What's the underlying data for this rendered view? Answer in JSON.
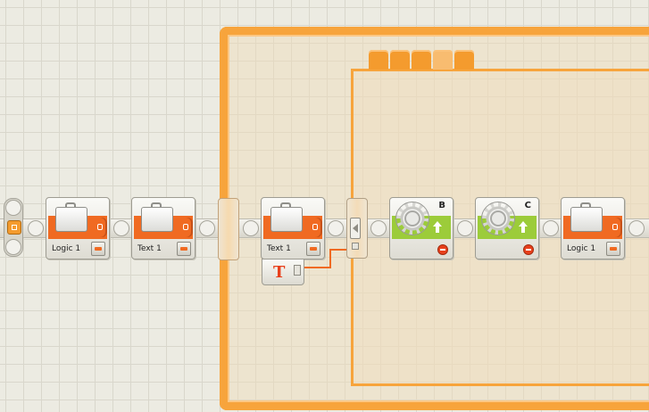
{
  "loop": {
    "tab_count": 5,
    "active_tab": 4
  },
  "blocks": [
    {
      "id": "logic1-a",
      "type": "variable",
      "label": "Logic 1"
    },
    {
      "id": "text1-a",
      "type": "variable",
      "label": "Text 1"
    },
    {
      "id": "text1-b",
      "type": "variable",
      "label": "Text 1"
    },
    {
      "id": "motor-b",
      "type": "motor",
      "port": "B"
    },
    {
      "id": "motor-c",
      "type": "motor",
      "port": "C"
    },
    {
      "id": "logic1-b",
      "type": "variable",
      "label": "Logic 1"
    }
  ],
  "colors": {
    "loop": "#f7a43c",
    "variable_band": "#f06a22",
    "motor_band": "#9ccc3a",
    "text_glyph": "#e8401c",
    "wire": "#f06a22"
  },
  "text_block": {
    "glyph": "T",
    "icon": "text-constant-icon"
  }
}
